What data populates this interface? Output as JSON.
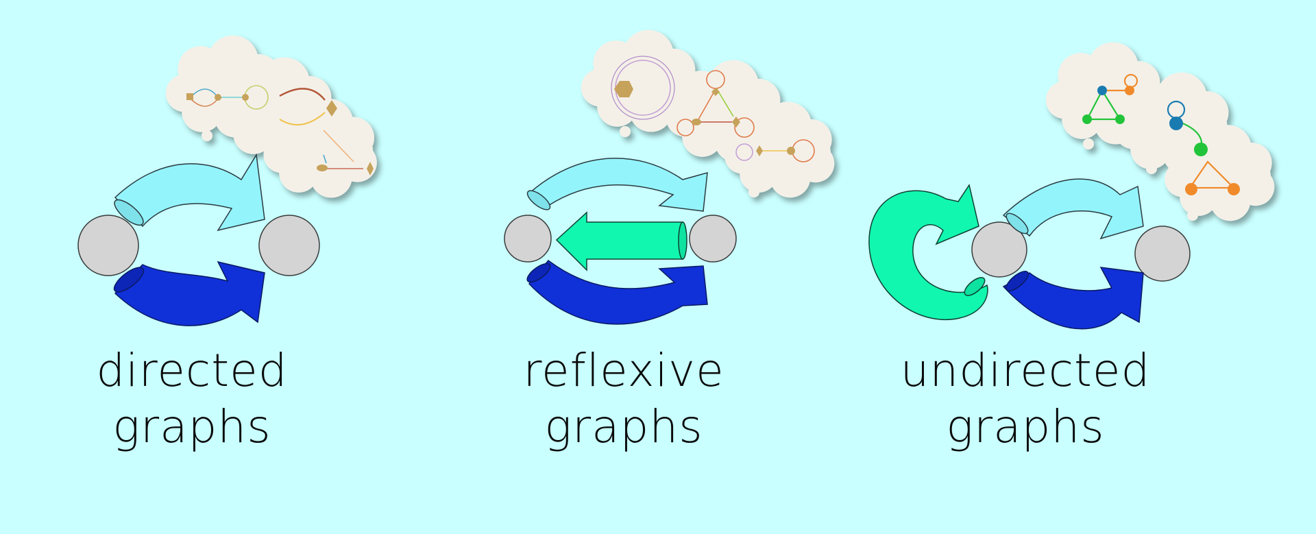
{
  "panels": [
    {
      "id": "directed",
      "line1": "directed",
      "line2": "graphs"
    },
    {
      "id": "reflexive",
      "line1": "reflexive",
      "line2": "graphs"
    },
    {
      "id": "undirected",
      "line1": "undirected",
      "line2": "graphs"
    }
  ],
  "icons": {
    "node": "circle-node-icon",
    "arrow_light": "curved-arrow-light-icon",
    "arrow_dark": "curved-arrow-dark-icon",
    "arrow_loop": "loop-arrow-icon",
    "cloud": "thought-cloud-icon"
  },
  "colors": {
    "background": "#c9ffff",
    "node_fill": "#d4d4d4",
    "arrow_light": "#94f4fb",
    "arrow_dark": "#1030d8",
    "arrow_green": "#12f7b0",
    "cloud_fill": "#f4f0e8"
  }
}
